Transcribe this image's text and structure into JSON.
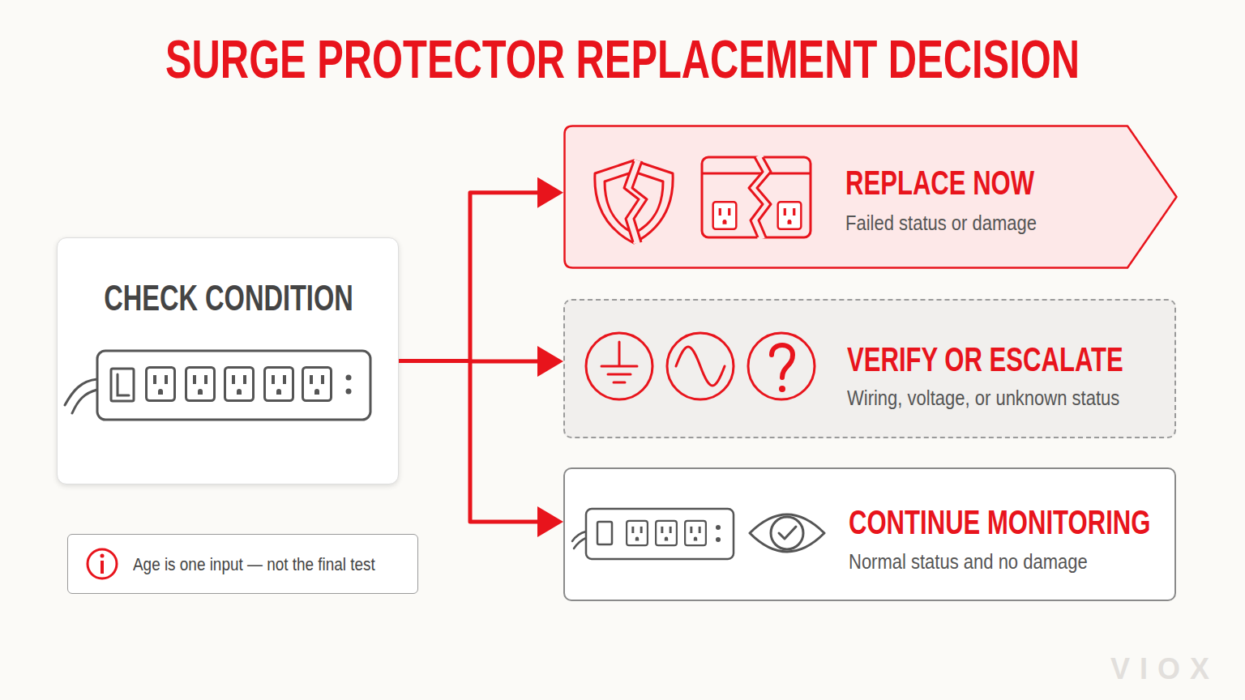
{
  "diagram": {
    "title": "SURGE PROTECTOR REPLACEMENT DECISION",
    "nodes": [
      {
        "text": [
          "CHECK CONDITION"
        ]
      },
      {
        "text": [
          "REPLACE NOW",
          "Failed status or damage"
        ]
      },
      {
        "text": [
          "VERIFY OR ESCALATE",
          "Wiring, voltage, or unknown status"
        ]
      },
      {
        "text": [
          "CONTINUE MONITORING",
          "Normal status and no damage"
        ]
      },
      {
        "text": [
          "Age is one input — not the final test"
        ]
      }
    ],
    "edges": [
      {
        "from": 0,
        "to": 1,
        "arrow": "to"
      },
      {
        "from": 0,
        "to": 2,
        "arrow": "to"
      },
      {
        "from": 0,
        "to": 3,
        "arrow": "to"
      }
    ],
    "labels": [
      "VIOX"
    ]
  }
}
